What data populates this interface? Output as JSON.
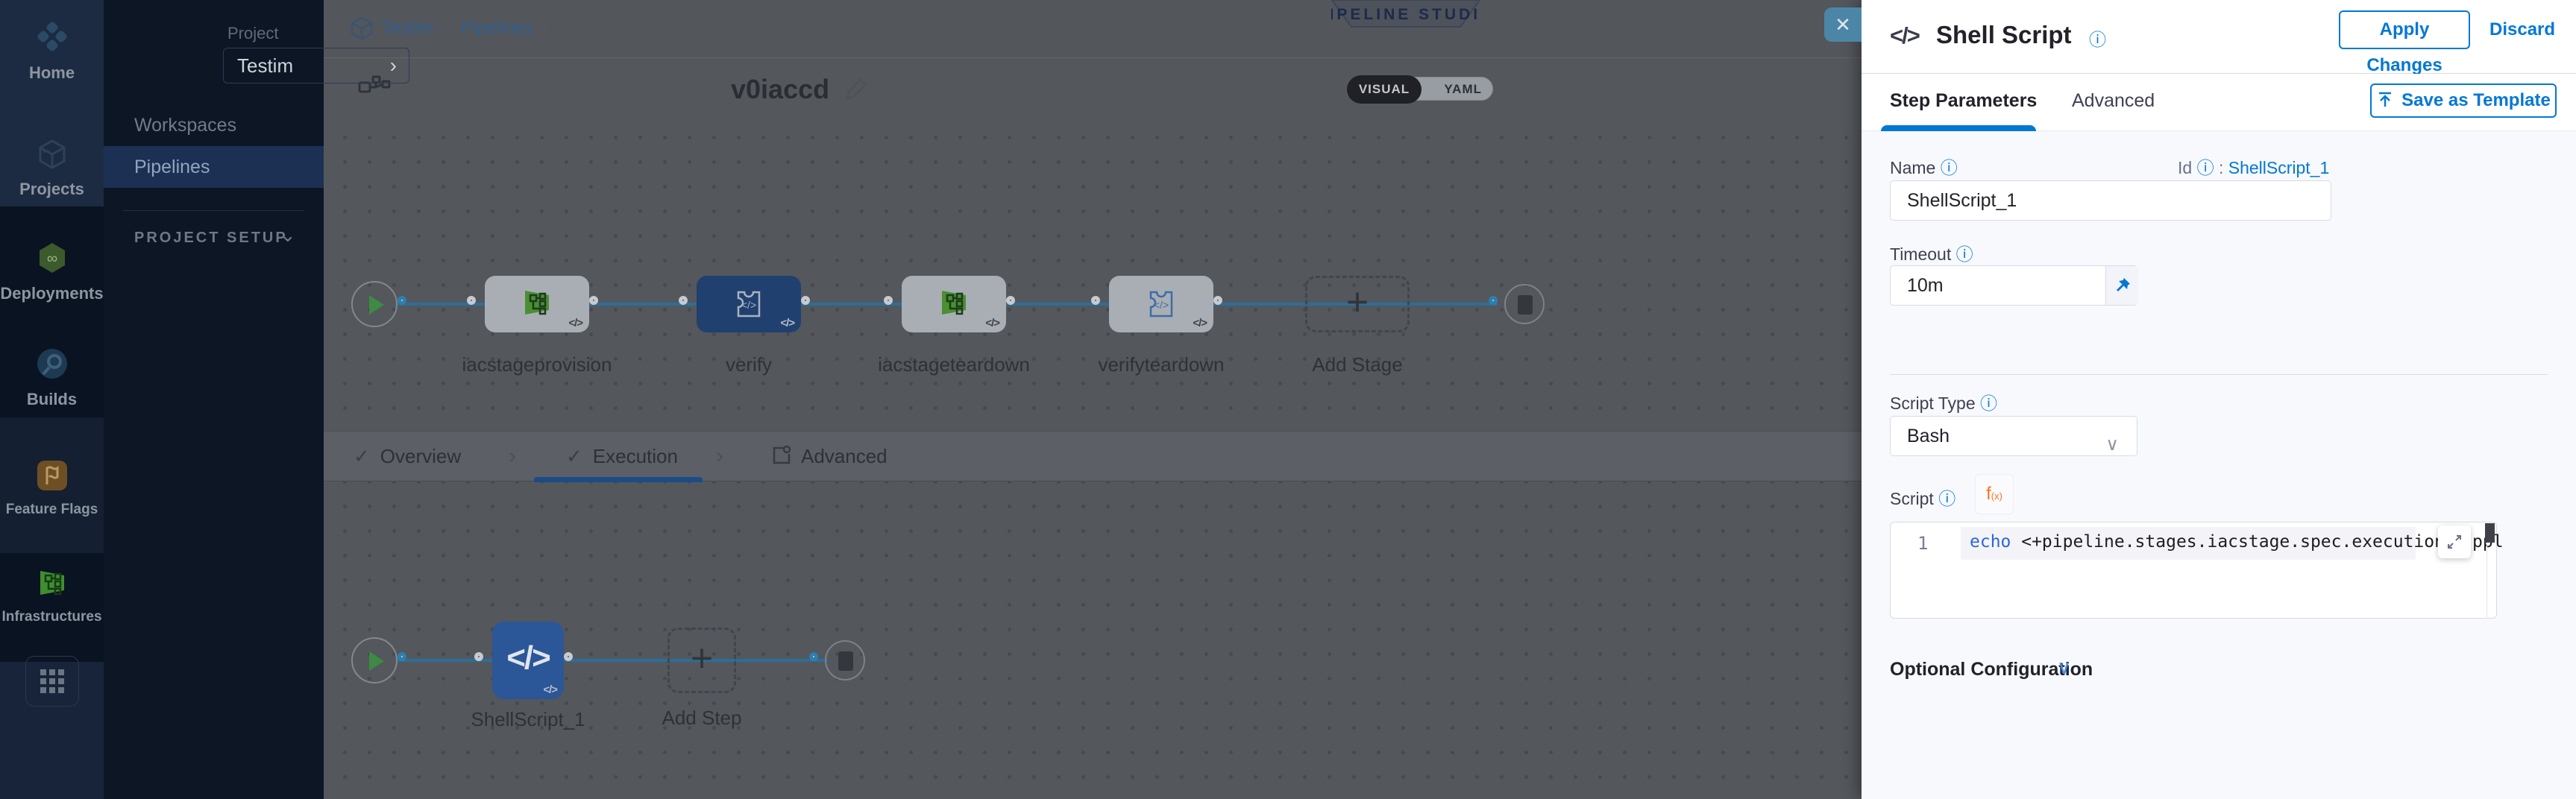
{
  "colors": {
    "primary_blue": "#0278d5",
    "selected_stage_blue": "#2b5697",
    "harness_green": "#4d9333",
    "canvas_dim": "#56595f",
    "expression_orange": "#ff7020"
  },
  "sidebar": {
    "modules": [
      {
        "label": "Home"
      },
      {
        "label": "Projects"
      },
      {
        "label": "Deployments"
      },
      {
        "label": "Builds"
      },
      {
        "label": "Feature Flags"
      },
      {
        "label": "Infrastructures"
      }
    ]
  },
  "project_nav": {
    "project_label": "Project",
    "project_name": "Testim",
    "items": [
      {
        "label": "Workspaces"
      },
      {
        "label": "Pipelines"
      }
    ],
    "section_label": "PROJECT SETUP"
  },
  "topbar": {
    "breadcrumb": {
      "project": "Testim",
      "section": "Pipelines"
    },
    "studio_badge": "PIPELINE STUDIO",
    "pipeline_name": "v0iaccd",
    "visual_label": "VISUAL",
    "yaml_label": "YAML",
    "close_glyph": "✕"
  },
  "canvas": {
    "stages": [
      {
        "label": "iacstageprovision"
      },
      {
        "label": "verify"
      },
      {
        "label": "iacstageteardown"
      },
      {
        "label": "verifyteardown"
      }
    ],
    "add_stage_label": "Add Stage",
    "card_badge": "</>",
    "tabs": [
      {
        "label": "Overview"
      },
      {
        "label": "Execution"
      },
      {
        "label": "Advanced"
      }
    ],
    "check_glyph": "✓",
    "steps": [
      {
        "label": "ShellScript_1",
        "glyph": "</>"
      }
    ],
    "add_step_label": "Add Step"
  },
  "drawer": {
    "header_icon": "</>",
    "title": "Shell Script",
    "info_glyph": "ⓘ",
    "apply_label": "Apply Changes",
    "discard_label": "Discard",
    "tabs": {
      "step_parameters": "Step Parameters",
      "advanced": "Advanced"
    },
    "save_template_label": "Save as Template",
    "fields": {
      "name_label": "Name",
      "name_value": "ShellScript_1",
      "id_label": "Id",
      "id_separator": ":",
      "id_value": "ShellScript_1",
      "timeout_label": "Timeout",
      "timeout_value": "10m",
      "script_type_label": "Script Type",
      "script_type_value": "Bash",
      "script_label": "Script",
      "fx_f": "f",
      "fx_sub": "(x)"
    },
    "editor": {
      "line_number": "1",
      "keyword": "echo",
      "code": " <+pipeline.stages.iacstage.spec.execution.steps.appl",
      "tail": "ppl"
    },
    "optional_config_label": "Optional Configuration"
  }
}
